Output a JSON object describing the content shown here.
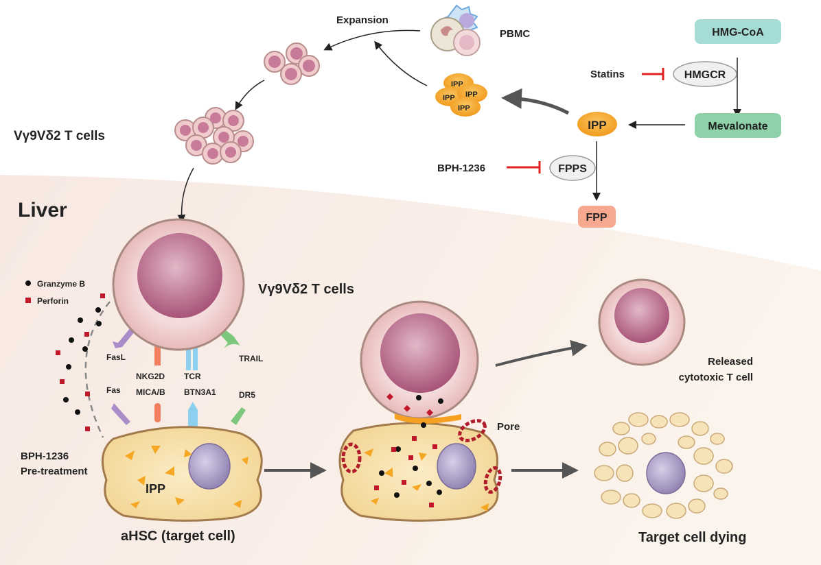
{
  "labels": {
    "expansion": "Expansion",
    "pbmc": "PBMC",
    "tcells_top": "Vγ9Vδ2 T cells",
    "liver": "Liver",
    "tcells_main": "Vγ9Vδ2 T cells",
    "ahsc": "aHSC (target cell)",
    "pretreat_1": "BPH-1236",
    "pretreat_2": "Pre-treatment",
    "ipp_cell": "IPP",
    "pore": "Pore",
    "released_1": "Released",
    "released_2": "cytotoxic T cell",
    "dying": "Target cell dying"
  },
  "legend": {
    "granzyme": "Granzyme B",
    "perforin": "Perforin"
  },
  "receptors": {
    "fasl": "FasL",
    "nkg2d": "NKG2D",
    "tcr": "TCR",
    "trail": "TRAIL",
    "fas": "Fas",
    "micab": "MICA/B",
    "btn3a1": "BTN3A1",
    "dr5": "DR5"
  },
  "pathway": {
    "hmgcoa": "HMG-CoA",
    "statins": "Statins",
    "hmgcr": "HMGCR",
    "mevalonate": "Mevalonate",
    "ipp": "IPP",
    "bph": "BPH-1236",
    "fpps": "FPPS",
    "fpp": "FPP",
    "ipp_cluster": [
      "IPP",
      "IPP",
      "IPP",
      "IPP"
    ]
  },
  "colors": {
    "inhibit": "#e02020",
    "liver_bg": "#f8ece4",
    "tcell": "#f0cfcf",
    "nucleus": "#b96a8a",
    "target_cell": "#f7dfa6",
    "ipp": "#f5a623"
  }
}
